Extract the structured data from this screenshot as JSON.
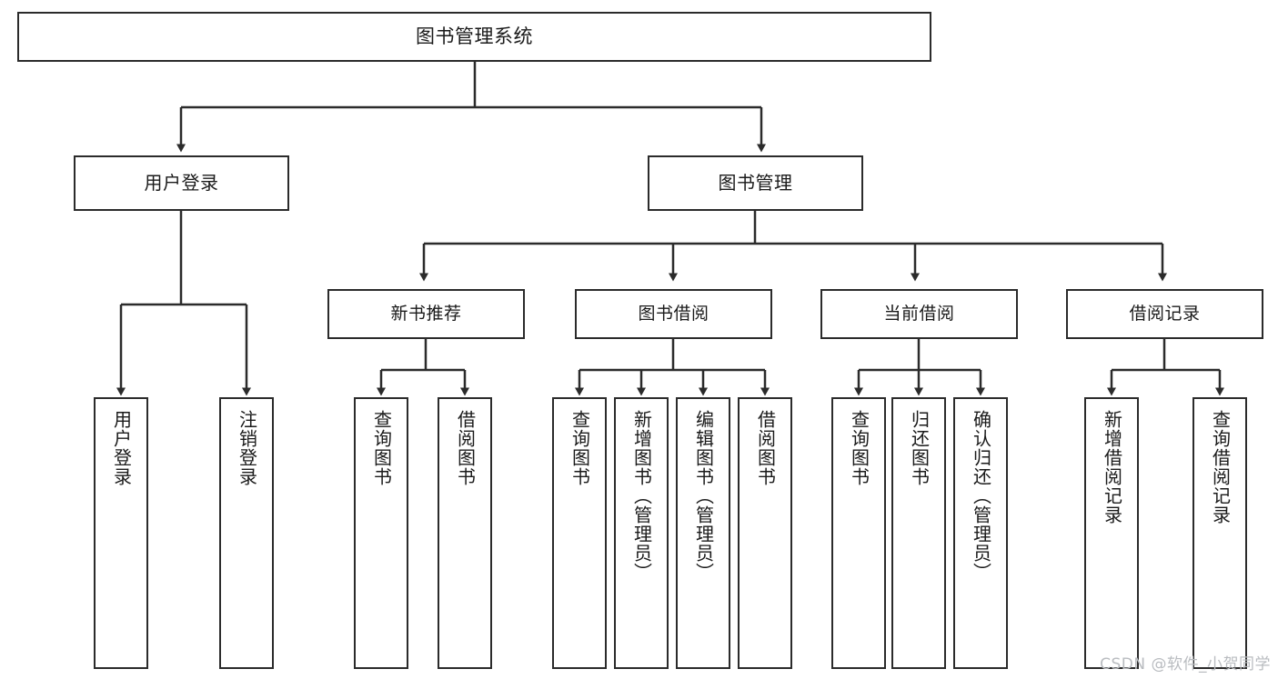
{
  "diagram": {
    "title": "图书管理系统",
    "watermark": "CSDN @软件_小贺同学",
    "line_color": "#2b2b2b",
    "box_fill": "#ffffff",
    "text_color": "#1a1a1a",
    "watermark_color": "#b9bcc0"
  },
  "root": {
    "label": "图书管理系统"
  },
  "level1": [
    {
      "label": "用户登录"
    },
    {
      "label": "图书管理"
    }
  ],
  "level2": [
    {
      "label": "新书推荐"
    },
    {
      "label": "图书借阅"
    },
    {
      "label": "当前借阅"
    },
    {
      "label": "借阅记录"
    }
  ],
  "leaves": {
    "user_login": [
      {
        "label": "用户登录"
      },
      {
        "label": "注销登录"
      }
    ],
    "new_book_recommend": [
      {
        "label": "查询图书"
      },
      {
        "label": "借阅图书"
      }
    ],
    "book_borrow": [
      {
        "label": "查询图书"
      },
      {
        "label": "新增图书（管理员）"
      },
      {
        "label": "编辑图书（管理员）"
      },
      {
        "label": "借阅图书"
      }
    ],
    "current_borrow": [
      {
        "label": "查询图书"
      },
      {
        "label": "归还图书"
      },
      {
        "label": "确认归还（管理员）"
      }
    ],
    "borrow_record": [
      {
        "label": "新增借阅记录"
      },
      {
        "label": "查询借阅记录"
      }
    ]
  }
}
